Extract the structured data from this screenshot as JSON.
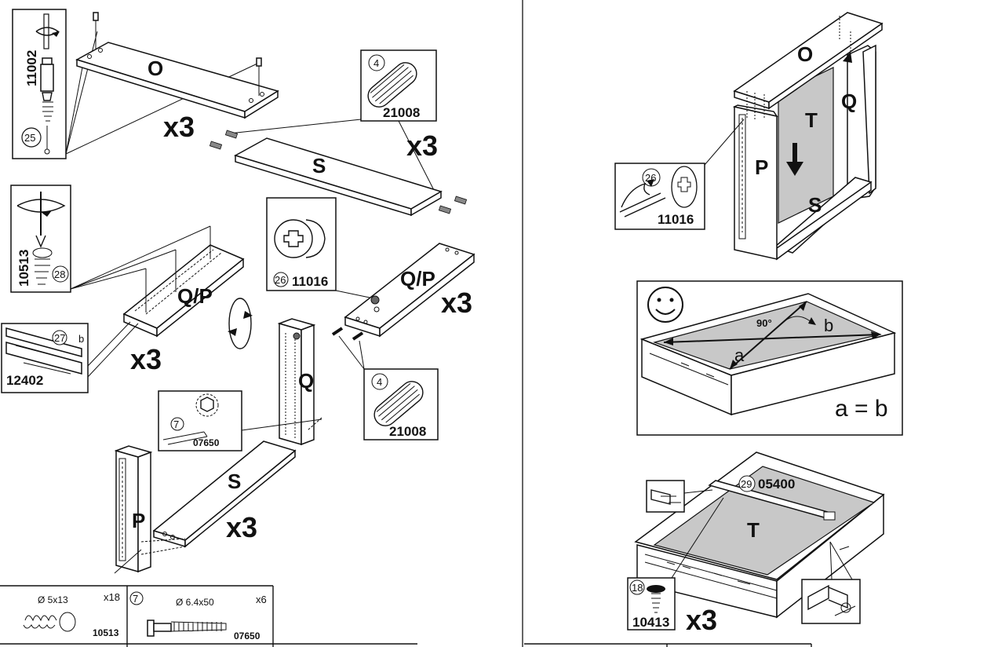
{
  "left_step": {
    "parts": {
      "O": "O",
      "S_top": "S",
      "QP_left": "Q/P",
      "QP_right": "Q/P",
      "Q": "Q",
      "P": "P",
      "S_bottom": "S"
    },
    "multipliers": {
      "o": "x3",
      "s_top": "x3",
      "qp_left": "x3",
      "qp_right": "x3",
      "s_bottom": "x3"
    },
    "callouts": {
      "screw_11002": {
        "code": "11002",
        "num": "25"
      },
      "dowel_top": {
        "num": "4",
        "code": "21008"
      },
      "screw_10513": {
        "code": "10513",
        "num": "28"
      },
      "cam_11016": {
        "num": "26",
        "code": "11016"
      },
      "runner_12402": {
        "num": "27",
        "side": "b",
        "code": "12402"
      },
      "dowel_right": {
        "num": "4",
        "code": "21008"
      },
      "bolt_07650": {
        "num": "7",
        "code": "07650"
      }
    }
  },
  "parts_table": [
    {
      "dim": "Ø 5x13",
      "qty": "x18",
      "code": "10513"
    },
    {
      "num": "7",
      "dim": "Ø 6.4x50",
      "qty": "x6",
      "code": "07650"
    }
  ],
  "right_step": {
    "parts": {
      "O": "O",
      "Q": "Q",
      "T": "T",
      "P": "P",
      "S": "S"
    },
    "callout": {
      "num": "26",
      "code": "11016"
    },
    "check": {
      "angle": "90°",
      "a": "a",
      "b": "b",
      "eq": "a = b"
    },
    "bottom": {
      "num": "29",
      "code": "05400",
      "T": "T",
      "screw_num": "18",
      "screw_code": "10413",
      "mult": "x3"
    }
  }
}
